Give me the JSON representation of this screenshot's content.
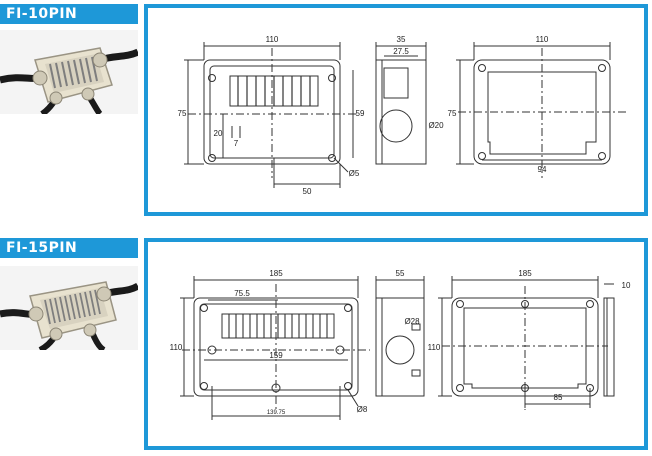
{
  "section1": {
    "title": "FI-10PIN",
    "dims": {
      "w_top": "110",
      "h_left": "75",
      "h_right": "59",
      "off_20": "20",
      "pitch": "7",
      "bottom": "50",
      "hole": "Ø5",
      "side_w": "35",
      "side_inner": "27.5",
      "side_hole": "Ø20",
      "back_w": "110",
      "back_h": "75",
      "back_bottom": "94"
    }
  },
  "section2": {
    "title": "FI-15PIN",
    "dims": {
      "w_top": "185",
      "inner_top": "75.5",
      "h_left": "110",
      "inner_bottom": "159",
      "bottom": "139.75",
      "hole": "Ø8",
      "side_w": "55",
      "side_hole": "Ø28",
      "back_w": "185",
      "back_h": "110",
      "back_bottom": "85",
      "lid_w": "10"
    }
  }
}
